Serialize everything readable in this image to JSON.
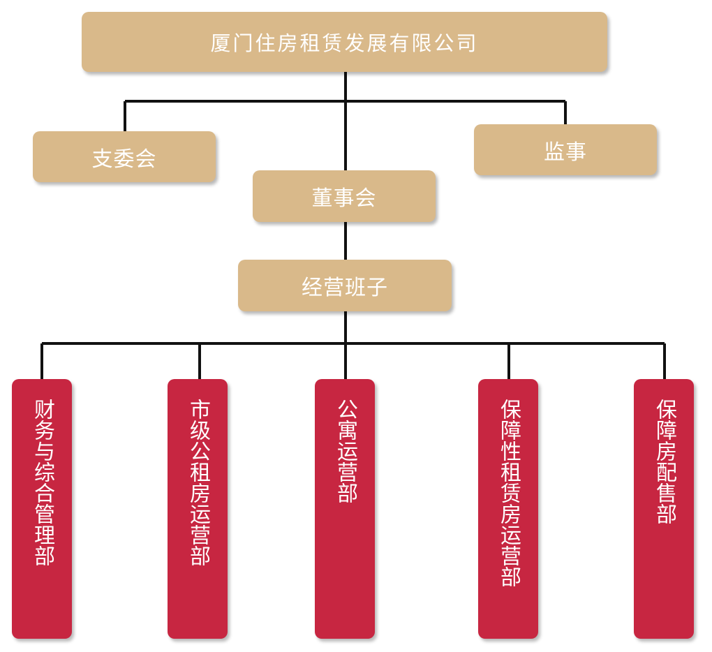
{
  "org_chart": {
    "root": {
      "label": "厦门住房租赁发展有限公司"
    },
    "party_committee": {
      "label": "支委会"
    },
    "supervisor": {
      "label": "监事"
    },
    "board": {
      "label": "董事会"
    },
    "management": {
      "label": "经营班子"
    },
    "departments": [
      {
        "label": "财务与综合管理部"
      },
      {
        "label": "市级公租房运营部"
      },
      {
        "label": "公寓运营部"
      },
      {
        "label": "保障性租赁房运营部"
      },
      {
        "label": "保障房配售部"
      }
    ]
  },
  "colors": {
    "upper_box": "#d9b98a",
    "department_box": "#c72641",
    "connector": "#111111",
    "text": "#ffffff"
  }
}
